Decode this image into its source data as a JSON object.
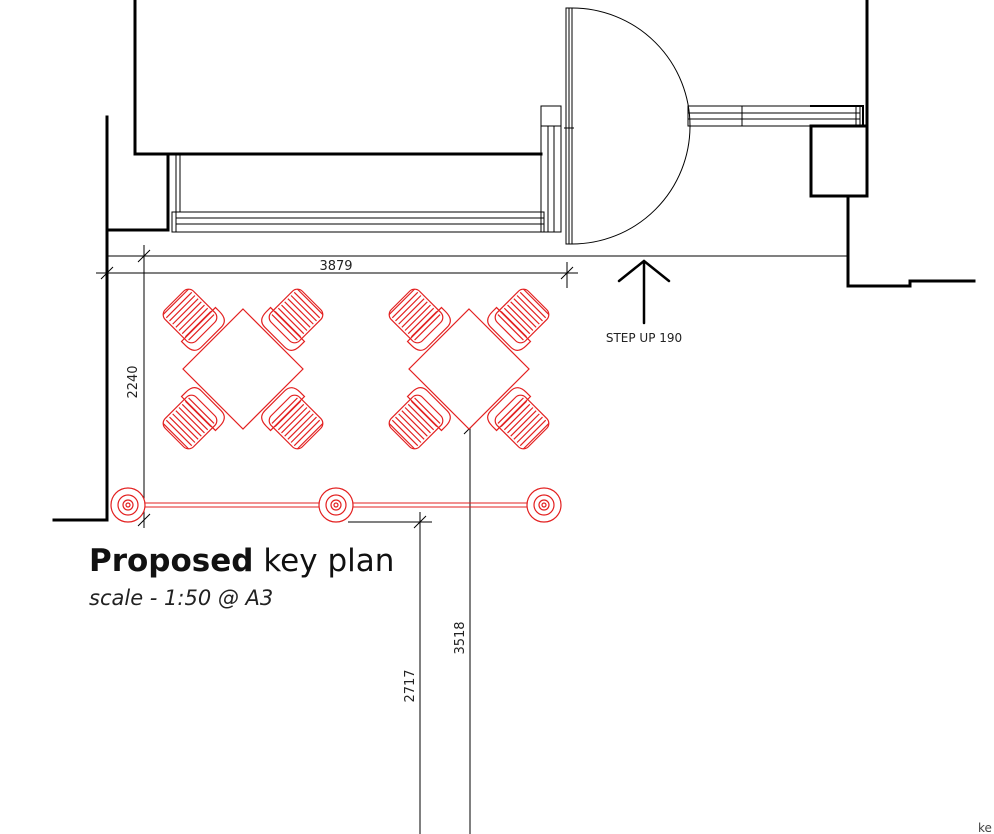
{
  "drawing": {
    "title_bold": "Proposed",
    "title_rest": " key plan",
    "scale_note": "scale - 1:50 @ A3",
    "step_note": "STEP UP 190",
    "cropped_text": "ke"
  },
  "dimensions": {
    "width_top": "3879",
    "depth_left": "2240",
    "run_a": "3518",
    "run_b": "2717"
  },
  "colors": {
    "walls": "#000000",
    "furniture": "#e32020"
  },
  "furniture": {
    "table_sets": 2,
    "chairs_per_table": 4,
    "posts": 3
  }
}
